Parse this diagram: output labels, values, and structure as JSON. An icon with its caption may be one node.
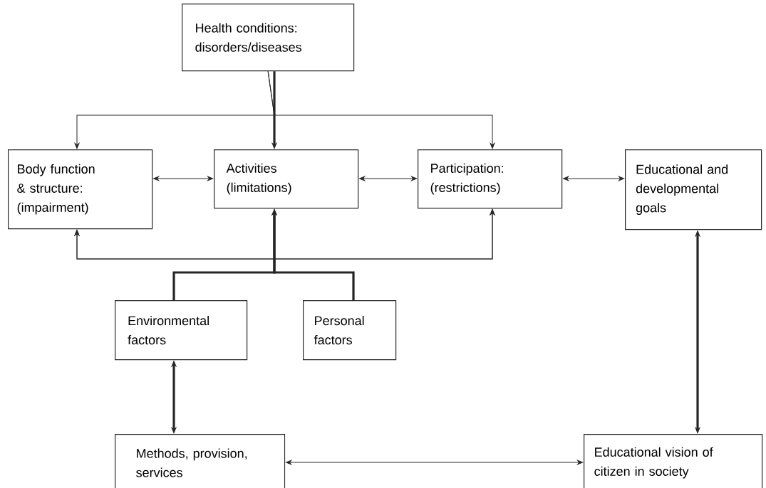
{
  "diagram": {
    "nodes": [
      {
        "text": [
          "Health conditions: disorders/diseases"
        ]
      },
      {
        "text": [
          "Body function & structure: (impairment)"
        ]
      },
      {
        "text": [
          "Activities (limitations)"
        ]
      },
      {
        "text": [
          "Participation: (restrictions)"
        ]
      },
      {
        "text": [
          "Educational and developmental goals"
        ]
      },
      {
        "text": [
          "Environmental factors"
        ]
      },
      {
        "text": [
          "Personal factors"
        ]
      },
      {
        "text": [
          "Methods, provision, services"
        ]
      },
      {
        "text": [
          "Educational vision of citizen in society"
        ]
      }
    ],
    "edges": [
      {
        "from": 0,
        "to": 2,
        "arrow": "to",
        "style": "thick"
      },
      {
        "from": 0,
        "to": 1,
        "arrow": "to"
      },
      {
        "from": 0,
        "to": 3,
        "arrow": "to"
      },
      {
        "from": 1,
        "to": 2,
        "arrow": "both"
      },
      {
        "from": 2,
        "to": 3,
        "arrow": "both"
      },
      {
        "from": 3,
        "to": 4,
        "arrow": "both"
      },
      {
        "from": 5,
        "to": 2,
        "arrow": "to",
        "style": "thick"
      },
      {
        "from": 6,
        "to": 2,
        "arrow": "to",
        "style": "thick"
      },
      {
        "from": 5,
        "to": 1,
        "arrow": "to"
      },
      {
        "from": 6,
        "to": 1,
        "arrow": "to"
      },
      {
        "from": 5,
        "to": 3,
        "arrow": "to"
      },
      {
        "from": 6,
        "to": 3,
        "arrow": "to"
      },
      {
        "from": 5,
        "to": 7,
        "arrow": "both",
        "style": "thick"
      },
      {
        "from": 4,
        "to": 8,
        "arrow": "both",
        "style": "thick"
      },
      {
        "from": 7,
        "to": 8,
        "arrow": "both"
      }
    ]
  }
}
